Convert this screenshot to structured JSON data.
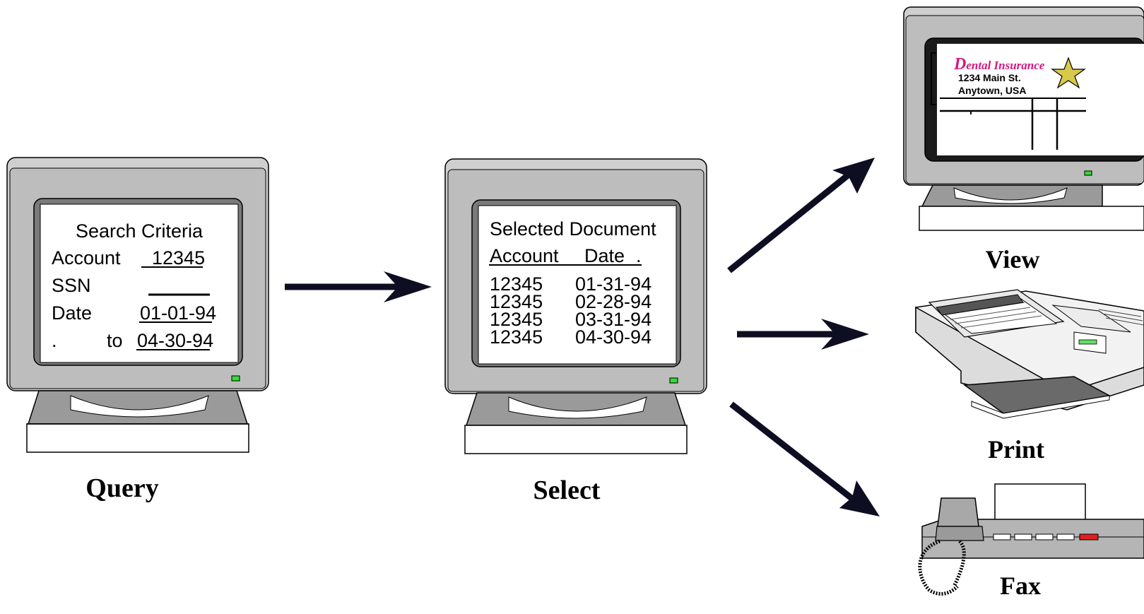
{
  "query": {
    "heading": "Search Criteria",
    "account_label": "Account",
    "account_value": "12345",
    "ssn_label": "SSN",
    "date_label": "Date",
    "date_from": "01-01-94",
    "range_dot": ".",
    "to_label": "to",
    "date_to": "04-30-94",
    "caption": "Query"
  },
  "select": {
    "heading": "Selected Document",
    "col_account": "Account",
    "col_date": "Date",
    "col_dot": ".",
    "rows": [
      {
        "account": "12345",
        "date": "01-31-94"
      },
      {
        "account": "12345",
        "date": "02-28-94"
      },
      {
        "account": "12345",
        "date": "03-31-94"
      },
      {
        "account": "12345",
        "date": "04-30-94"
      }
    ],
    "caption": "Select"
  },
  "view": {
    "doc_title_initial": "D",
    "doc_title_rest": "ental Insurance",
    "address_line1": "1234 Main St.",
    "address_line2": "Anytown, USA",
    "caption": "View"
  },
  "print": {
    "caption": "Print"
  },
  "fax": {
    "caption": "Fax"
  },
  "colors": {
    "bezel": "#bdbdbd",
    "screen_frame": "#6e6e6e",
    "led": "#33dd33",
    "arrow": "#0e0e22",
    "brand_pink": "#d6187e",
    "star": "#d9c94a",
    "fax_red": "#e02020"
  }
}
